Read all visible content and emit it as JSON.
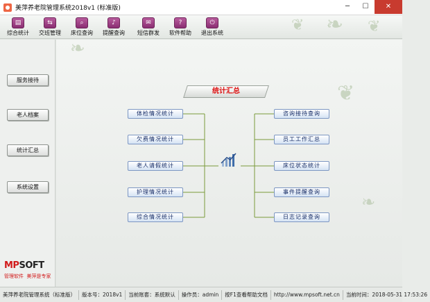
{
  "window": {
    "title": "美萍养老院管理系统2018v1 (标准版)"
  },
  "toolbar": {
    "items": [
      {
        "label": "综合统计",
        "icon": "document-stats-icon",
        "glyph": "▤"
      },
      {
        "label": "交班管理",
        "icon": "handover-icon",
        "glyph": "⇆"
      },
      {
        "label": "床位查询",
        "icon": "bed-search-icon",
        "glyph": "⌕"
      },
      {
        "label": "提醒查询",
        "icon": "reminder-icon",
        "glyph": "♪"
      },
      {
        "label": "短信群发",
        "icon": "sms-envelope-icon",
        "glyph": "✉"
      },
      {
        "label": "软件帮助",
        "icon": "help-icon",
        "glyph": "?"
      },
      {
        "label": "退出系统",
        "icon": "power-icon",
        "glyph": "⏻"
      }
    ]
  },
  "sidebar": {
    "items": [
      "服务接待",
      "老人档案",
      "统计汇总",
      "系统设置"
    ],
    "logo": {
      "brand_red": "MP",
      "brand_dark": "SOFT",
      "tagline_left": "管理软件",
      "tagline_right": "美萍是专家"
    }
  },
  "main": {
    "title": "统计汇总",
    "left_items": [
      "体检情况统计",
      "欠费情况统计",
      "老人请假统计",
      "护理情况统计",
      "综合情况统计"
    ],
    "right_items": [
      "咨询接待查询",
      "员工工作汇总",
      "床位状态统计",
      "事件提醒查询",
      "日志记录查询"
    ]
  },
  "statusbar": {
    "app": "美萍养老院管理系统（标准版）",
    "version": "版本号：2018v1",
    "account": "当前账套：系统默认",
    "operator": "操作员：admin",
    "help": "按F1查看帮助文档",
    "website": "http://www.mpsoft.net.cn",
    "time": "当前时间：2018-05-31 17:53:26"
  },
  "colors": {
    "accent_red": "#d11a1a",
    "icon_purple": "#8a2e72",
    "connector_green": "#7a9a3a",
    "button_text_blue": "#162c66"
  }
}
